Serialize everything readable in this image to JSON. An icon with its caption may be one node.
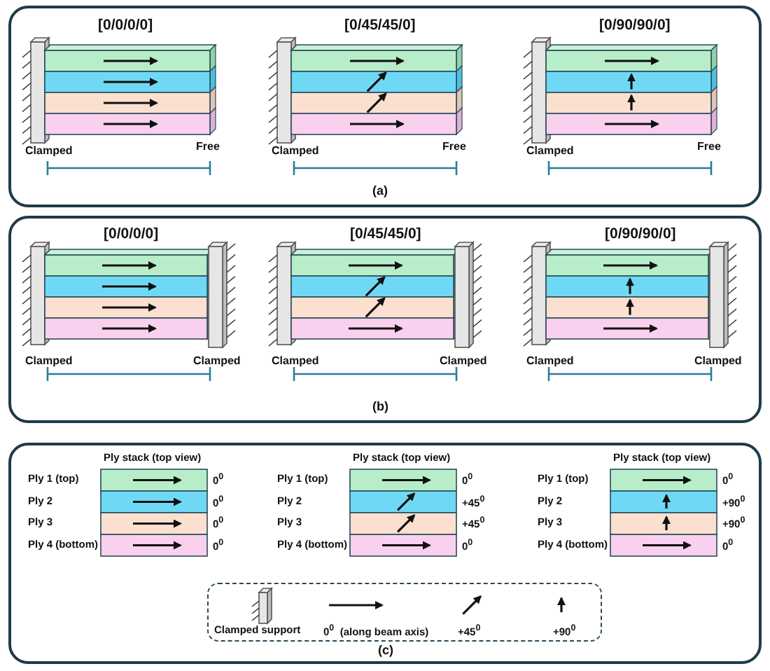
{
  "diagram": {
    "nodes": [
      {
        "text": [
          "(a)"
        ]
      },
      {
        "text": [
          "(b)"
        ]
      },
      {
        "text": [
          "(c)"
        ]
      },
      {
        "text": [],
        "shape": "box",
        "in": 2
      }
    ],
    "labels": [
      "[0/0/0/0]",
      "[0/45/45/0]",
      "[0/90/90/0]",
      "Clamped",
      "Free",
      "Clamped",
      "Free",
      "Clamped",
      "Free",
      "[0/0/0/0]",
      "[0/45/45/0]",
      "[0/90/90/0]",
      "Clamped",
      "Clamped",
      "Clamped",
      "Clamped",
      "Clamped",
      "Clamped",
      "Ply stack (top view)",
      "Ply stack (top view)",
      "Ply stack (top view)",
      "Ply 1 (top)",
      "0$^{0}$",
      "Ply 1 (top)",
      "0$^{0}$",
      "Ply 1 (top)",
      "0$^{0}$",
      "Ply 2",
      "0$^{0}$",
      "Ply 2",
      "+45$^{0}$",
      "Ply 2",
      "+90$^{0}$",
      "Ply 3",
      "0$^{0}$",
      "Ply 3",
      "+45$^{0}$",
      "Ply 3",
      "+90$^{0}$",
      "Ply 4 (bottom)",
      "0$^{0}$",
      "Ply 4 (bottom)",
      "0$^{0}$",
      "Ply 4 (bottom)",
      "0$^{0}$"
    ],
    "legend": [
      {
        "text": "Clamped support"
      },
      {
        "text": "0$^{0}$  (along beam axis)"
      },
      {
        "text": "+45$^{0}$"
      },
      {
        "text": "+90$^{0}$"
      }
    ]
  }
}
